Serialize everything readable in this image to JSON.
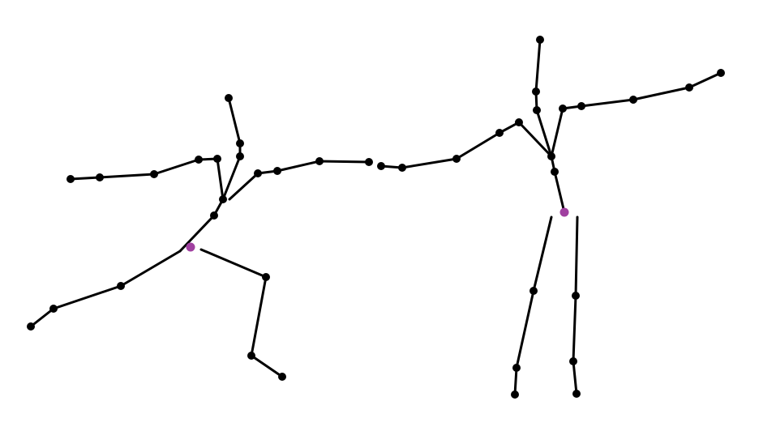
{
  "diagram": {
    "kind": "two-figure stick skeleton",
    "colors": {
      "background": "#ffffff",
      "bone": "#000000",
      "joint": "#000000",
      "root_joint": "#a040a0"
    },
    "figures": [
      {
        "name": "left-figure",
        "root": "left-figure-root-joint"
      },
      {
        "name": "right-figure",
        "root": "right-figure-root-joint"
      }
    ]
  }
}
